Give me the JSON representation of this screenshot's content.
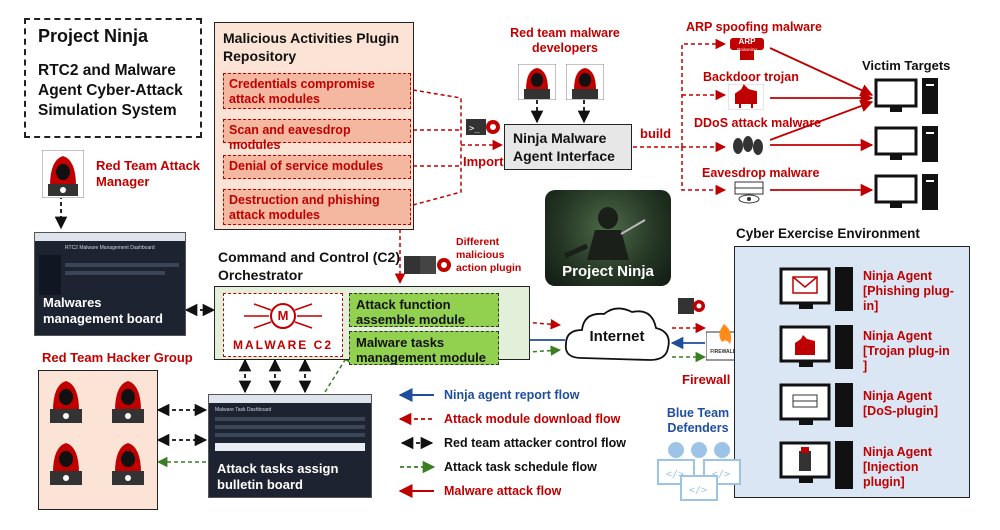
{
  "title": {
    "name": "Project Ninja",
    "subtitle": "RTC2 and Malware Agent Cyber-Attack Simulation System"
  },
  "red_team_manager": "Red Team Attack Manager",
  "malwares_board": {
    "label": "Malwares management board",
    "screen_title": "RTC2 Malware Management Dashboard"
  },
  "repository": {
    "title": "Malicious Activities Plugin Repository",
    "modules": [
      "Credentials compromise attack modules",
      "Scan and eavesdrop modules",
      "Denial of service modules",
      "Destruction and phishing attack modules"
    ]
  },
  "developers": "Red team malware developers",
  "import_label": "Import",
  "build_label": "build",
  "interface": "Ninja Malware Agent Interface",
  "malware_types": [
    "ARP spoofing malware",
    "Backdoor trojan",
    "DDoS attack malware",
    "Eavesdrop malware"
  ],
  "arp_icon_text": "ARP",
  "arp_icon_sub": "Poisoning",
  "victim_targets": "Victim Targets",
  "different_plugin": "Different malicious action plugin",
  "ninja_image_label": "Project Ninja",
  "c2": {
    "title": "Command and Control (C2) Orchestrator",
    "logo_text": "MALWARE C2",
    "logo_letter": "M",
    "modules": [
      "Attack function assemble module",
      "Malware tasks management module"
    ]
  },
  "internet": "Internet",
  "firewall": "Firewall",
  "firewall_icon_text": "FIREWALL",
  "cyber_env": {
    "title": "Cyber Exercise Environment",
    "agents": [
      "Ninja Agent [Phishing plug-in]",
      "Ninja Agent [Trojan plug-in ]",
      "Ninja Agent [DoS-plugin]",
      "Ninja Agent [Injection plugin]"
    ]
  },
  "hacker_group": "Red Team Hacker Group",
  "bulletin": {
    "label": "Attack tasks assign bulletin board",
    "screen_title": "Malware Task Dashboard"
  },
  "blue_team": "Blue Team Defenders",
  "legend": [
    {
      "label": "Ninja agent report flow",
      "color": "#1f4e9c",
      "style": "solid"
    },
    {
      "label": "Attack module download flow",
      "color": "#c00000",
      "style": "dashed"
    },
    {
      "label": "Red team attacker control flow",
      "color": "#111111",
      "style": "dashed"
    },
    {
      "label": "Attack task schedule flow",
      "color": "#3a7d23",
      "style": "dashed"
    },
    {
      "label": "Malware attack flow",
      "color": "#c00000",
      "style": "solid"
    }
  ]
}
